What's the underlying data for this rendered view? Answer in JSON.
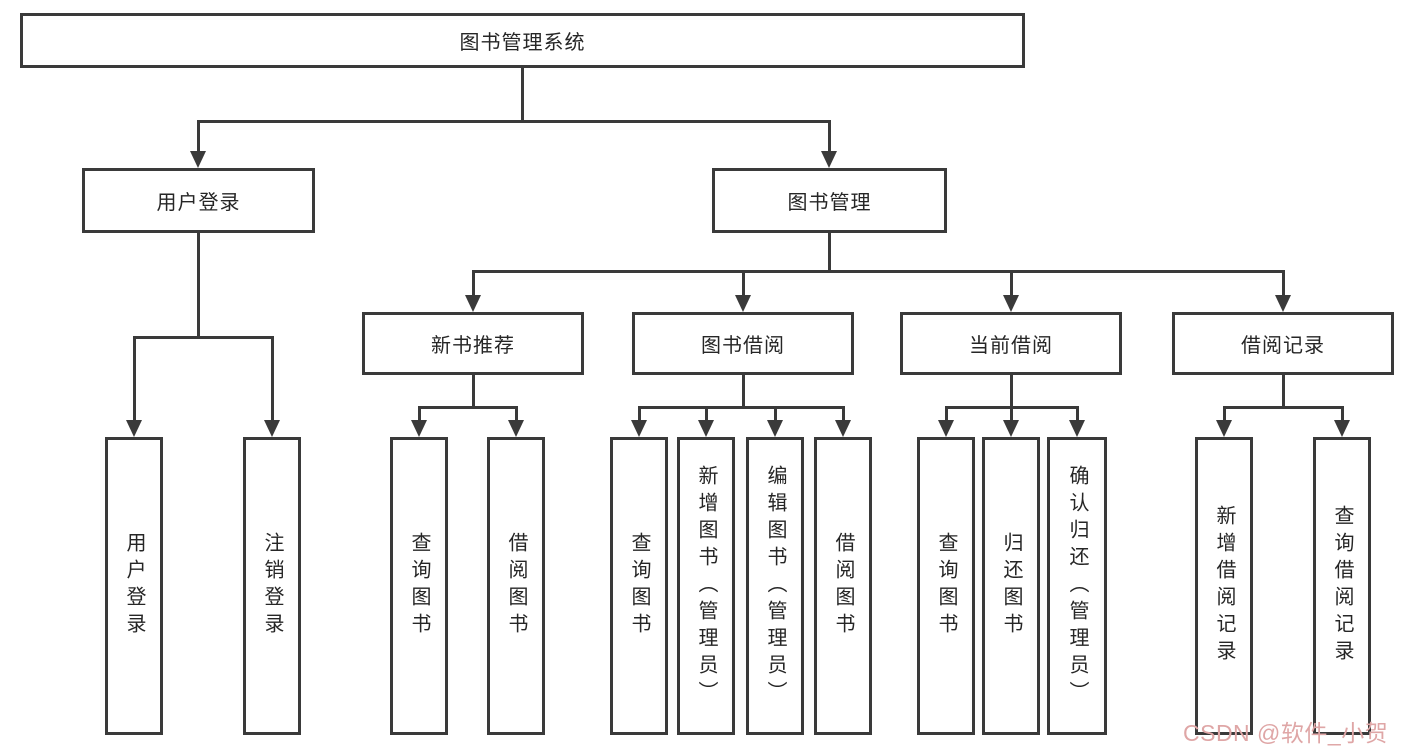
{
  "diagram": {
    "tree": {
      "label": "图书管理系统",
      "children": [
        {
          "label": "用户登录",
          "children": [
            {
              "label": "用户登录"
            },
            {
              "label": "注销登录"
            }
          ]
        },
        {
          "label": "图书管理",
          "children": [
            {
              "label": "新书推荐",
              "children": [
                {
                  "label": "查询图书"
                },
                {
                  "label": "借阅图书"
                }
              ]
            },
            {
              "label": "图书借阅",
              "children": [
                {
                  "label": "查询图书"
                },
                {
                  "label": "新增图书（管理员）"
                },
                {
                  "label": "编辑图书（管理员）"
                },
                {
                  "label": "借阅图书"
                }
              ]
            },
            {
              "label": "当前借阅",
              "children": [
                {
                  "label": "查询图书"
                },
                {
                  "label": "归还图书"
                },
                {
                  "label": "确认归还（管理员）"
                }
              ]
            },
            {
              "label": "借阅记录",
              "children": [
                {
                  "label": "新增借阅记录"
                },
                {
                  "label": "查询借阅记录"
                }
              ]
            }
          ]
        }
      ]
    },
    "colors": {
      "line": "#3a3a3a",
      "box_background": "#ffffff",
      "text": "#262626",
      "watermark": "#dfa6a6"
    }
  },
  "watermark": {
    "text": "CSDN @软件_小贺同学"
  }
}
